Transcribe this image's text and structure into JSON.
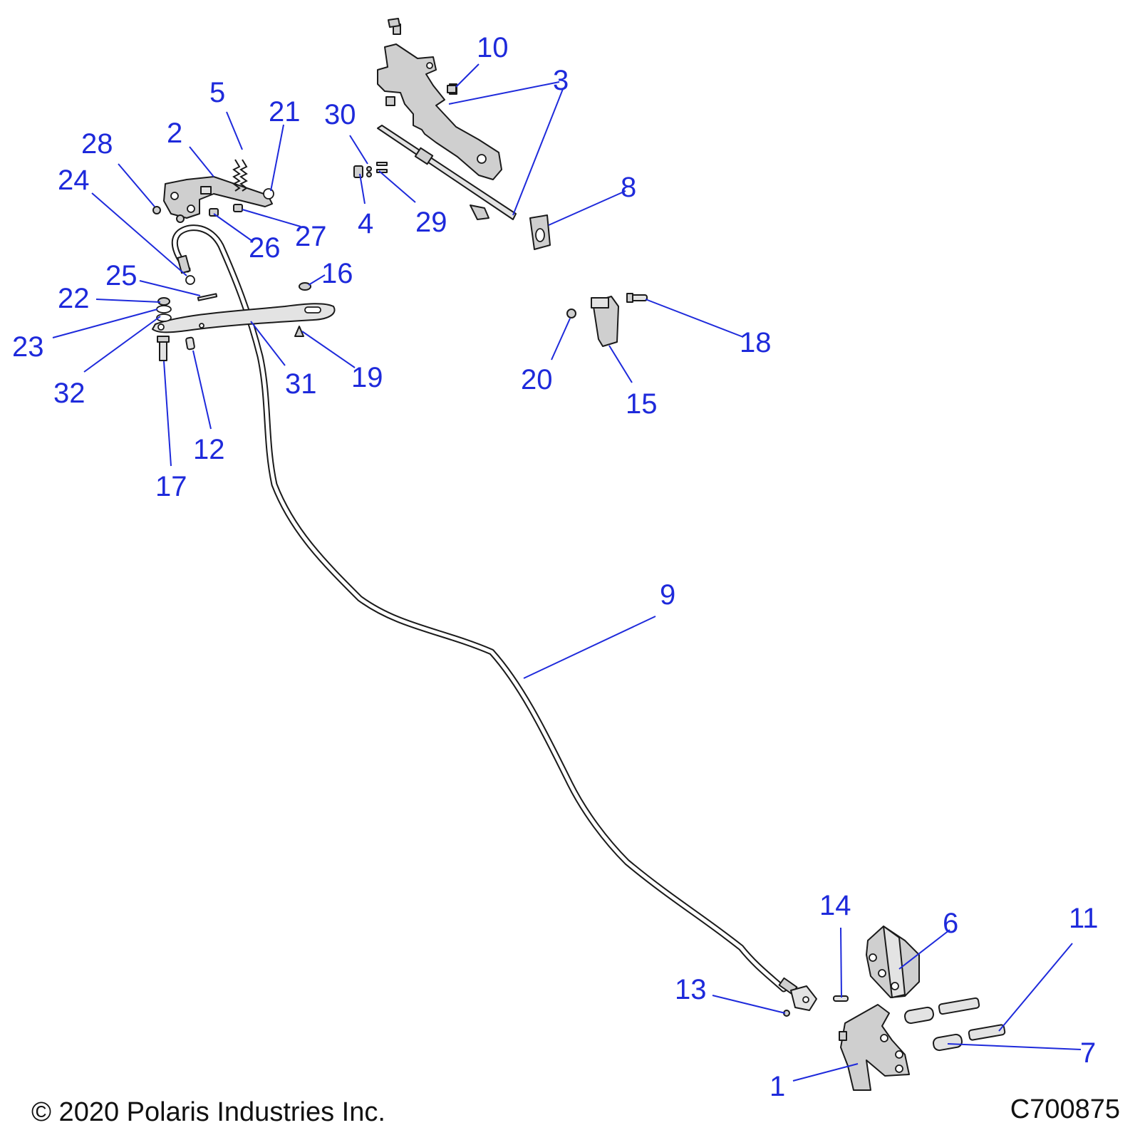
{
  "copyright": "© 2020 Polaris Industries Inc.",
  "drawing_id": "C700875",
  "callouts": {
    "1": "1",
    "2": "2",
    "3": "3",
    "4": "4",
    "5": "5",
    "6": "6",
    "7": "7",
    "8": "8",
    "9": "9",
    "10": "10",
    "11": "11",
    "12": "12",
    "13": "13",
    "14": "14",
    "15": "15",
    "16": "16",
    "17": "17",
    "18": "18",
    "19": "19",
    "20": "20",
    "21": "21",
    "22": "22",
    "23": "23",
    "24": "24",
    "25": "25",
    "26": "26",
    "27": "27",
    "28": "28",
    "29": "29",
    "30": "30",
    "31": "31",
    "32": "32"
  },
  "colors": {
    "callout": "#1e2adb",
    "line_art": "#1a1a1a",
    "part_fill": "#cfcfcf"
  }
}
